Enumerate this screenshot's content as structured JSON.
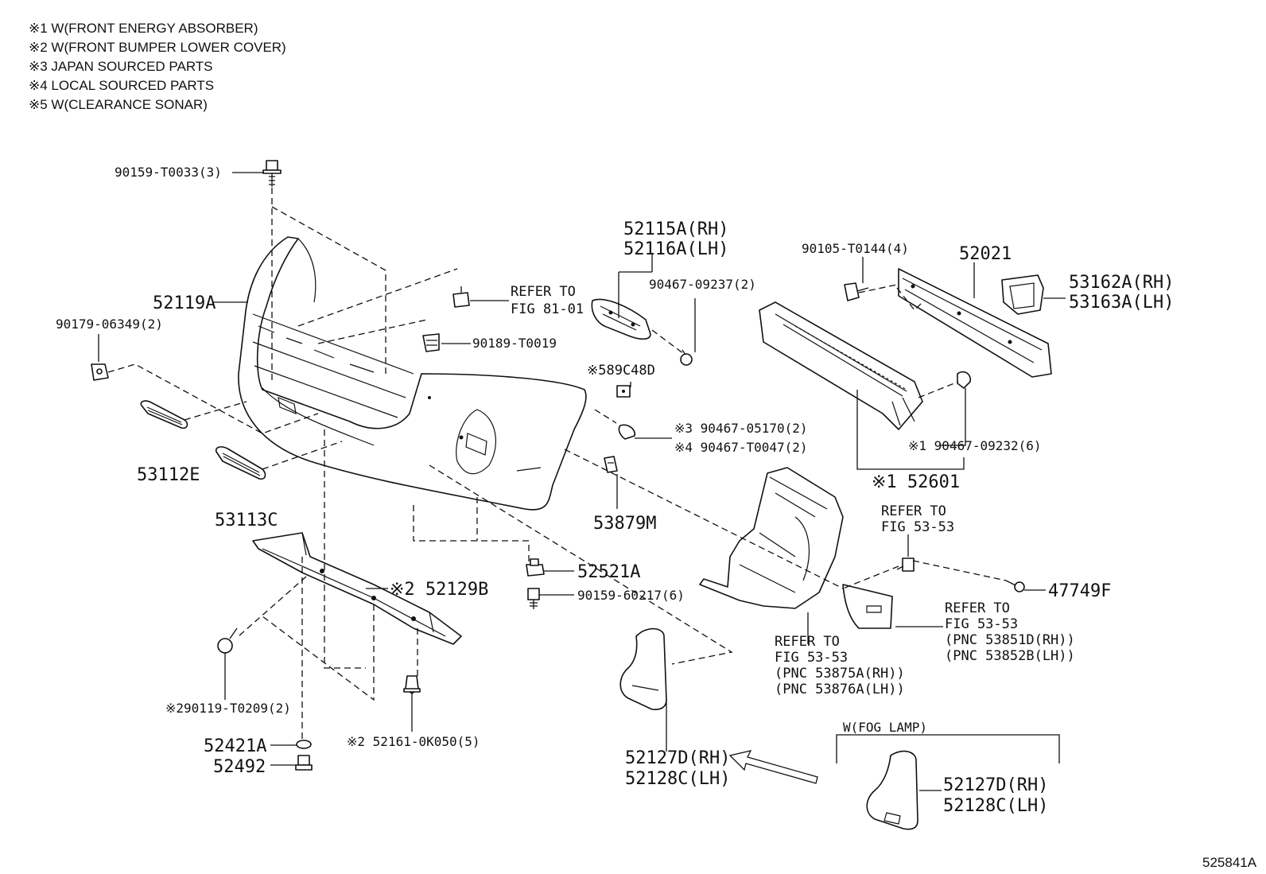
{
  "notes": [
    "※1 W(FRONT ENERGY ABSORBER)",
    "※2 W(FRONT BUMPER LOWER COVER)",
    "※3 JAPAN SOURCED PARTS",
    "※4 LOCAL SOURCED PARTS",
    "※5 W(CLEARANCE SONAR)"
  ],
  "labels": {
    "p90159_t0033": "90159-T0033(3)",
    "p52119a": "52119A",
    "p90179_06349": "90179-06349(2)",
    "p53112e": "53112E",
    "p53113c": "53113C",
    "refer_81_a": "REFER TO",
    "refer_81_b": "FIG 81-01",
    "p90189_t0019": "90189-T0019",
    "p52115a": "52115A(RH)",
    "p52116a": "52116A(LH)",
    "p90467_09237": "90467-09237(2)",
    "p589c48d": "※589C48D",
    "p90467_05170": "※3 90467-05170(2)",
    "p90467_t0047": "※4 90467-T0047(2)",
    "p53879m": "53879M",
    "p52521a": "52521A",
    "p90159_60217": "90159-60217(6)",
    "p52129b": "※2 52129B",
    "p90119_t0209": "※290119-T0209(2)",
    "p52161": "※2 52161-0K050(5)",
    "p52421a": "52421A",
    "p52492": "52492",
    "p90105_t0144": "90105-T0144(4)",
    "p52021": "52021",
    "p53162a": "53162A(RH)",
    "p53163a": "53163A(LH)",
    "p90467_09232": "※1 90467-09232(6)",
    "p52601": "※1 52601",
    "refer_5353_a": "REFER TO",
    "refer_5353_b": "FIG 53-53",
    "p47749f": "47749F",
    "refer_mud_a": "REFER TO",
    "refer_mud_b": "FIG 53-53",
    "refer_mud_c": "(PNC 53851D(RH))",
    "refer_mud_d": "(PNC 53852B(LH))",
    "refer_liner_a": "REFER TO",
    "refer_liner_b": "FIG 53-53",
    "refer_liner_c": "(PNC 53875A(RH))",
    "refer_liner_d": "(PNC 53876A(LH))",
    "p52127d_a": "52127D(RH)",
    "p52128c_a": "52128C(LH)",
    "fog_lamp": "W(FOG LAMP)",
    "p52127d_b": "52127D(RH)",
    "p52128c_b": "52128C(LH)",
    "figure_id": "525841A"
  }
}
